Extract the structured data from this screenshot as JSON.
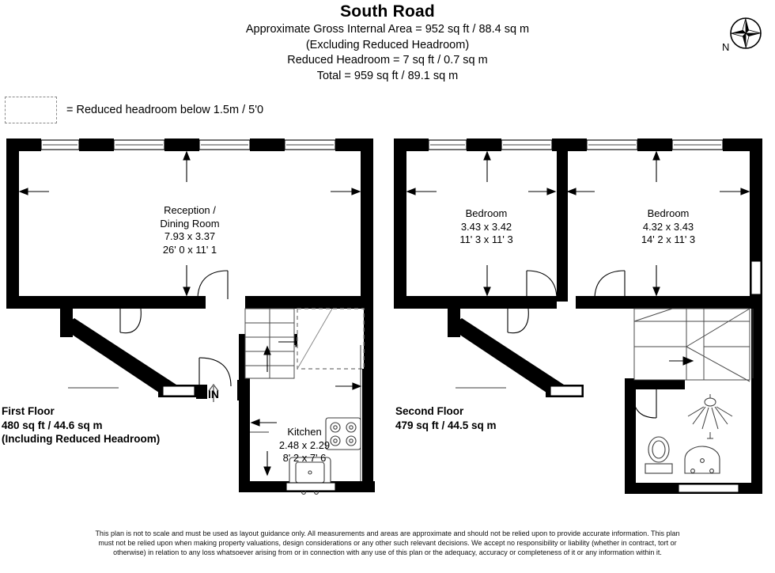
{
  "header": {
    "title": "South Road",
    "lines": [
      "Approximate Gross Internal Area = 952 sq ft / 88.4 sq m",
      "(Excluding Reduced Headroom)",
      "Reduced Headroom = 7 sq ft / 0.7 sq m",
      "Total = 959 sq ft / 89.1 sq m"
    ]
  },
  "compass": {
    "icon": "compass-rose-icon",
    "north_label": "N"
  },
  "legend": {
    "swatch": "dashed-rectangle-swatch",
    "text": "= Reduced headroom below 1.5m / 5'0"
  },
  "floors": {
    "first": {
      "name": "First Floor",
      "area": "480 sq ft / 44.6 sq m",
      "note": "(Including Reduced Headroom)",
      "entry_marker": "IN"
    },
    "second": {
      "name": "Second Floor",
      "area": "479 sq ft / 44.5 sq m",
      "note": ""
    }
  },
  "rooms": {
    "reception": {
      "name_line1": "Reception /",
      "name_line2": "Dining Room",
      "metric": "7.93 x 3.37",
      "imperial": "26' 0 x 11' 1"
    },
    "kitchen": {
      "name": "Kitchen",
      "metric": "2.48 x 2.29",
      "imperial": "8' 2 x 7' 6"
    },
    "bedroom_front": {
      "name": "Bedroom",
      "metric": "3.43 x 3.42",
      "imperial": "11' 3 x 11' 3"
    },
    "bedroom_rear": {
      "name": "Bedroom",
      "metric": "4.32 x 3.43",
      "imperial": "14' 2 x 11' 3"
    }
  },
  "disclaimer": "This plan is not to scale and must be used as layout guidance only. All measurements and areas are approximate and should not be relied upon to provide accurate information. This plan must not be relied upon when making property valuations, design considerations or any other such relevant decisions. We accept no responsibility or liability (whether in contract, tort or otherwise) in relation to any loss whatsoever arising from or in connection with any use of this plan or the adequacy, accuracy or completeness of it or any information within it.",
  "colors": {
    "wall": "#000000",
    "background": "#ffffff",
    "fixture_line": "#3b3b3b",
    "dashed_headroom": "#8a8a8a"
  }
}
